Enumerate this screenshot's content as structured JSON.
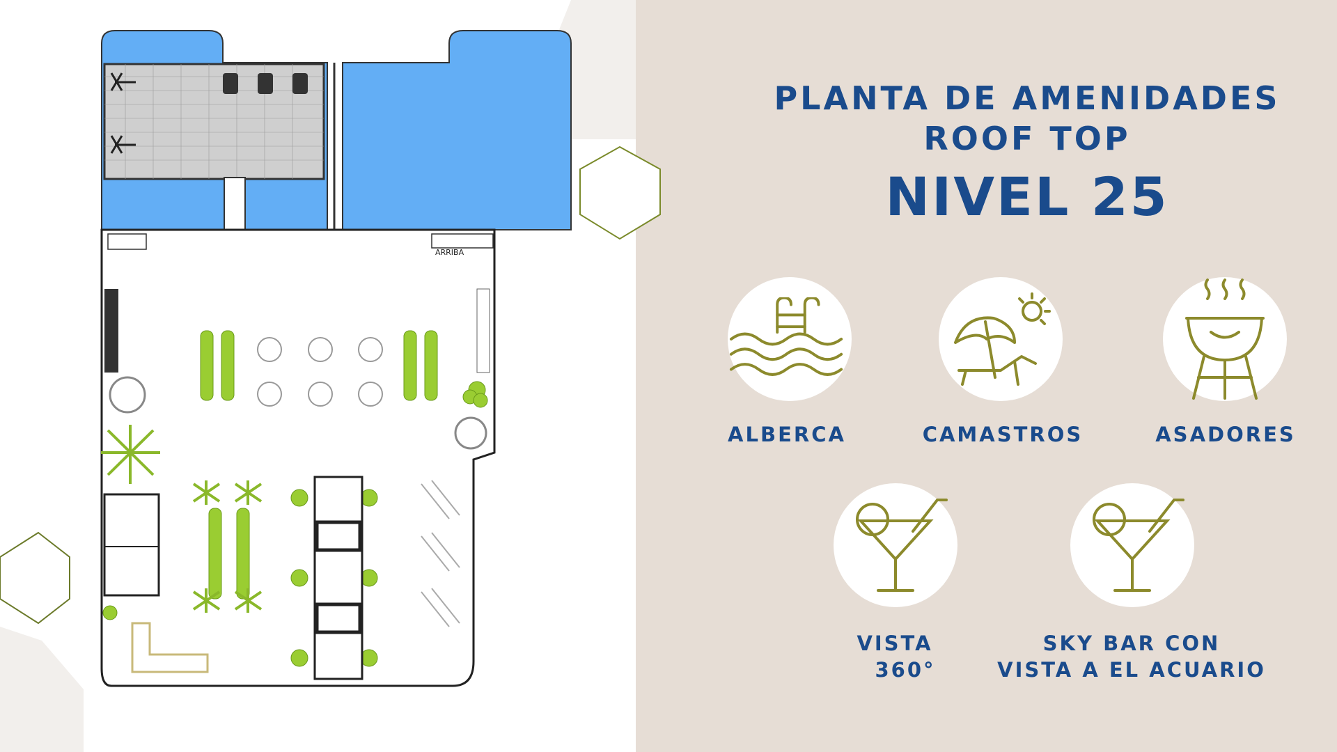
{
  "title": {
    "line1": "PLANTA DE AMENIDADES",
    "line2": "ROOF  TOP",
    "line3": "NIVEL 25"
  },
  "floor_plan": {
    "stair_label": "ARRIBA"
  },
  "amenities": [
    {
      "icon": "pool-icon",
      "label_lines": [
        "ALBERCA"
      ]
    },
    {
      "icon": "lounge-chair-umbrella-icon",
      "label_lines": [
        "CAMASTROS"
      ]
    },
    {
      "icon": "grill-icon",
      "label_lines": [
        "ASADORES"
      ]
    },
    {
      "icon": "cocktail-icon",
      "label_lines": [
        "VISTA",
        "360°"
      ]
    },
    {
      "icon": "cocktail-icon",
      "label_lines": [
        "SKY BAR CON",
        "VISTA A EL ACUARIO"
      ]
    }
  ],
  "colors": {
    "title_blue": "#1a4b8c",
    "icon_olive": "#8c8a2c",
    "panel_beige": "#e6ddd5",
    "pool_blue": "#63aef5",
    "plant_green": "#9acd32"
  }
}
